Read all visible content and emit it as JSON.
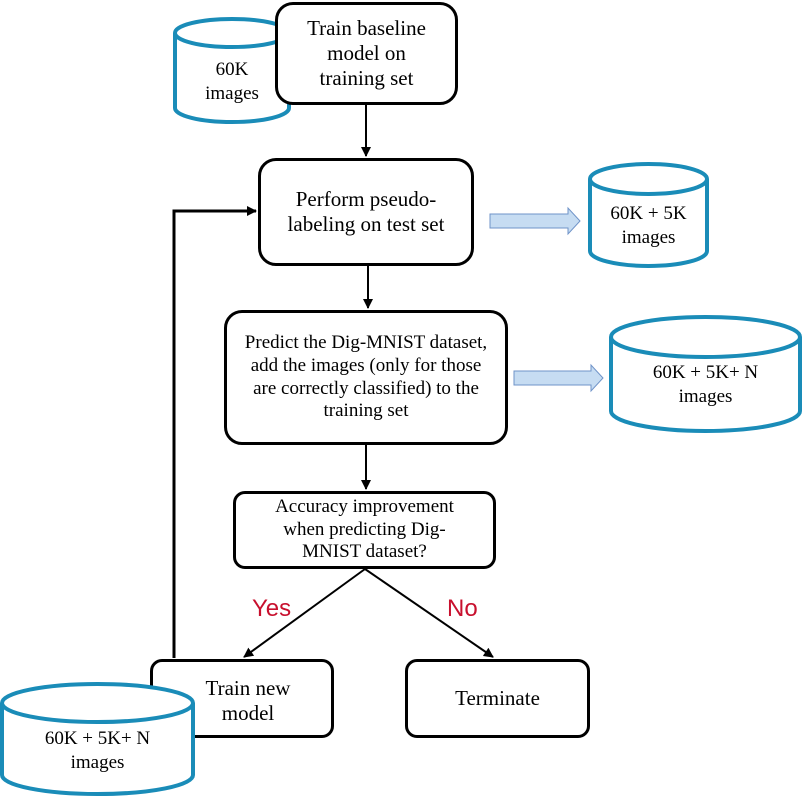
{
  "steps": {
    "train_baseline": "Train baseline model on training set",
    "pseudo_label": "Perform pseudo-labeling on test set",
    "predict": "Predict the Dig-MNIST dataset, add the images (only for those are correctly classified) to the training set",
    "decision": "Accuracy improvement when predicting Dig-MNIST dataset?",
    "train_new": "Train new model",
    "terminate": "Terminate"
  },
  "datasets": {
    "d1": "60K\nimages",
    "d2": "60K + 5K\nimages",
    "d3": "60K + 5K+ N\nimages",
    "d4": "60K + 5K+ N\nimages"
  },
  "branches": {
    "yes": "Yes",
    "no": "No"
  },
  "colors": {
    "cylinder_stroke": "#1a8cb8",
    "arrow_fill": "#c6dcf2",
    "arrow_stroke": "#6f93c8",
    "branch_text": "#c8102e"
  }
}
